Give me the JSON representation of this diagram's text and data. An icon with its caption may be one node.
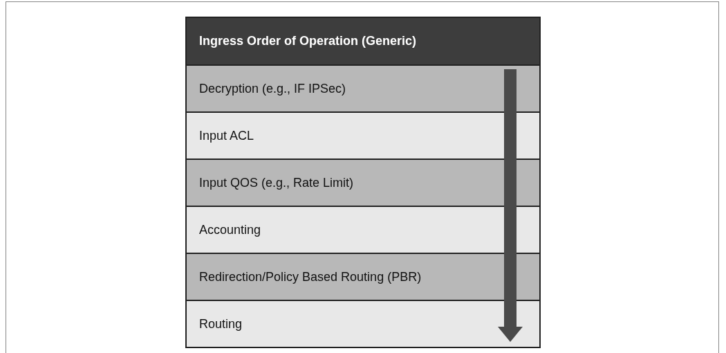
{
  "diagram": {
    "nodes": [
      {
        "text": [
          "Ingress Order of Operation (Generic)"
        ]
      },
      {
        "text": [
          "Decryption (e.g., IF IPSec)"
        ]
      },
      {
        "text": [
          "Input ACL"
        ]
      },
      {
        "text": [
          "Input QOS (e.g., Rate Limit)"
        ]
      },
      {
        "text": [
          "Accounting"
        ]
      },
      {
        "text": [
          "Redirection/Policy Based Routing (PBR)"
        ]
      },
      {
        "text": [
          "Routing"
        ]
      }
    ]
  }
}
